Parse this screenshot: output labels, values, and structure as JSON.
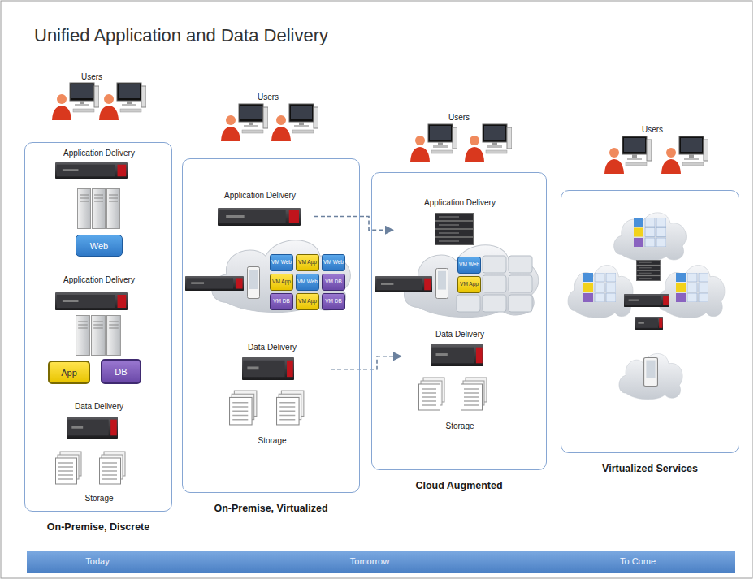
{
  "diagram": {
    "title": "Unified Application and Data Delivery",
    "nodes": [
      {
        "text": [
          "On-Premise, Discrete"
        ]
      },
      {
        "text": [
          "Application Delivery"
        ],
        "in": 0
      },
      {
        "text": [
          "Web"
        ],
        "in": 0
      },
      {
        "text": [
          "Application Delivery"
        ],
        "in": 0
      },
      {
        "text": [
          "App"
        ],
        "in": 0
      },
      {
        "text": [
          "DB"
        ],
        "in": 0
      },
      {
        "text": [
          "Data Delivery"
        ],
        "in": 0
      },
      {
        "text": [
          "Storage"
        ],
        "in": 0
      },
      {
        "text": [
          "On-Premise, Virtualized"
        ]
      },
      {
        "text": [
          "Application Delivery"
        ],
        "in": 8
      },
      {
        "text": [
          "VM Web"
        ],
        "in": 8
      },
      {
        "text": [
          "VM App"
        ],
        "in": 8
      },
      {
        "text": [
          "VM Web"
        ],
        "in": 8
      },
      {
        "text": [
          "VM App"
        ],
        "in": 8
      },
      {
        "text": [
          "VM Web"
        ],
        "in": 8
      },
      {
        "text": [
          "VM DB"
        ],
        "in": 8
      },
      {
        "text": [
          "VM DB"
        ],
        "in": 8
      },
      {
        "text": [
          "VM App"
        ],
        "in": 8
      },
      {
        "text": [
          "VM DB"
        ],
        "in": 8
      },
      {
        "text": [
          "Data Delivery"
        ],
        "in": 8
      },
      {
        "text": [
          "Storage"
        ],
        "in": 8
      },
      {
        "text": [
          "Cloud Augmented"
        ]
      },
      {
        "text": [
          "Application Delivery"
        ],
        "in": 21
      },
      {
        "text": [
          "VM Web"
        ],
        "in": 21
      },
      {
        "text": [
          "VM App"
        ],
        "in": 21
      },
      {
        "text": [
          "Data Delivery"
        ],
        "in": 21
      },
      {
        "text": [
          "Storage"
        ],
        "in": 21
      },
      {
        "text": [
          "Virtualized Services"
        ]
      },
      {
        "text": [
          "Today",
          "Tomorrow",
          "To Come"
        ]
      }
    ],
    "edges": [
      {
        "from": 9,
        "to": 22,
        "arrow": "to"
      },
      {
        "from": 19,
        "to": 25,
        "arrow": "to"
      }
    ],
    "labels": [
      "Users",
      "Users",
      "Users",
      "Users"
    ]
  }
}
